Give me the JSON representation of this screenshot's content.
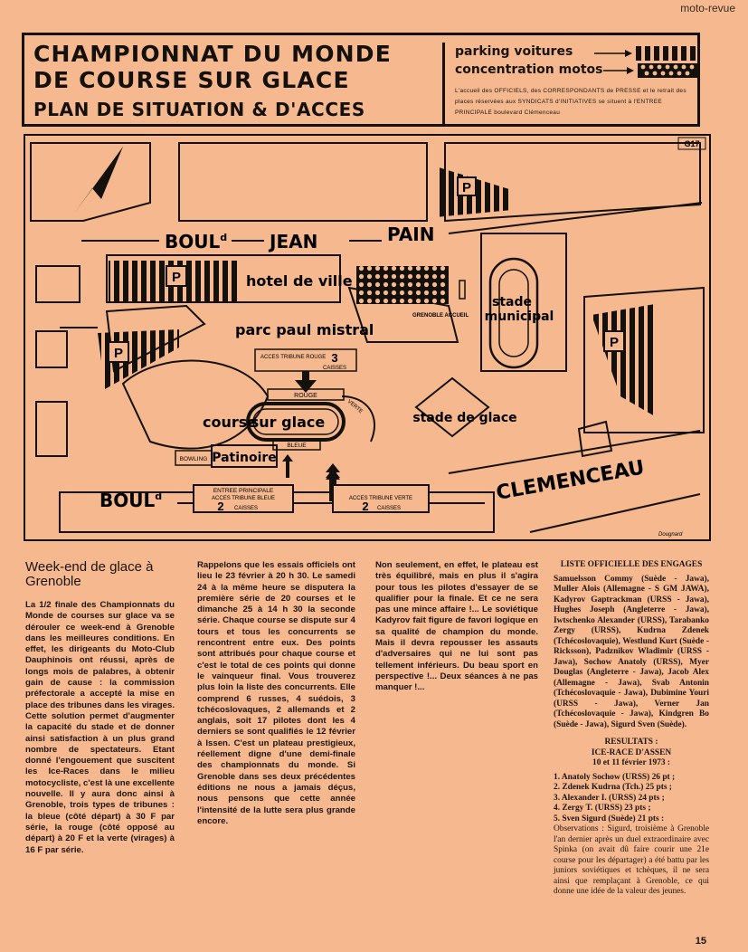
{
  "header": {
    "publication": "moto-revue"
  },
  "title_block": {
    "line1": "CHAMPIONNAT DU MONDE",
    "line2": "DE COURSE SUR GLACE",
    "line3": "PLAN DE SITUATION & D'ACCES",
    "legend": {
      "parking": "parking voitures",
      "motos": "concentration motos",
      "note": "L'accueil des OFFICIELS, des CORRESPONDANTS de PRESSE et le retrait des places réservées aux SYNDICATS d'INITIATIVES se situent à l'ENTREE PRINCIPALE boulevard Clémenceau"
    }
  },
  "map": {
    "grid_ref": "G17",
    "street_boul": "BOUL",
    "street_d": "d",
    "street_jean": "JEAN",
    "street_pain": "PAIN",
    "street_clemenceau": "CLEMENCEAU",
    "hotel_de_ville": "hotel de ville",
    "parc_paul_mistral": "parc paul mistral",
    "stade_municipal_1": "stade",
    "stade_municipal_2": "municipal",
    "grenoble_accueil": "GRENOBLE ACCUEIL",
    "acces_tribune_rouge": "ACCES TRIBUNE ROUGE",
    "caisses_count_top": "3",
    "caisses_label": "CAISSES",
    "rouge": "ROUGE",
    "course_sur_glace_1": "course",
    "course_sur_glace_2": "sur glace",
    "bleue": "BLEUE",
    "stade_de_glace": "stade de glace",
    "verte": "VERTE",
    "bowling": "BOWLING",
    "patinoire": "Patinoire",
    "entree_principale": "ENTREE PRINCIPALE",
    "acces_tribune_bleue": "ACCES TRIBUNE BLEUE",
    "caisses_count_bottom_left": "2",
    "acces_tribune_verte": "ACCES TRIBUNE VERTE",
    "caisses_count_bottom_right": "2",
    "parking_letter": "P",
    "signature": "Dougnard"
  },
  "article": {
    "heading": "Week-end de glace à Grenoble",
    "col1": "La 1/2 finale des Championnats du Monde de courses sur glace va se dérouler ce week-end à Grenoble dans les meilleures conditions. En effet, les dirigeants du Moto-Club Dauphinois ont réussi, après de longs mois de palabres, à obtenir gain de cause : la commission préfectorale a accepté la mise en place des tribunes dans les virages. Cette solution permet d'augmenter la capacité du stade et de donner ainsi satisfaction à un plus grand nombre de spectateurs. Etant donné l'engouement que suscitent les Ice-Races dans le milieu motocycliste, c'est là une excellente nouvelle. Il y aura donc ainsi à Grenoble, trois types de tribunes : la bleue (côté départ) à 30 F par série, la rouge (côté opposé au départ) à 20 F et la verte (virages) à 16 F par série.",
    "col2": "Rappelons que les essais officiels ont lieu le 23 février à 20 h 30. Le samedi 24 à la même heure se disputera la première série de 20 courses et le dimanche 25 à 14 h 30 la seconde série. Chaque course se dispute sur 4 tours et tous les concurrents se rencontrent entre eux. Des points sont attribués pour chaque course et c'est le total de ces points qui donne le vainqueur final. Vous trouverez plus loin la liste des concurrents. Elle comprend 6 russes, 4 suédois, 3 tchécoslovaques, 2 allemands et 2 anglais, soit 17 pilotes dont les 4 derniers se sont qualifiés le 12 février à Issen. C'est un plateau prestigieux, réellement digne d'une demi-finale des championnats du monde. Si Grenoble dans ses deux précédentes éditions ne nous a jamais déçus, nous pensons que cette année l'intensité de la lutte sera plus grande encore.",
    "col3": "Non seulement, en effet, le plateau est très équilibré, mais en plus il s'agira pour tous les pilotes d'essayer de se qualifier pour la finale. Et ce ne sera pas une mince affaire !... Le soviétique Kadyrov fait figure de favori logique en sa qualité de champion du monde. Mais il devra repousser les assauts d'adversaires qui ne lui sont pas tellement inférieurs. Du beau sport en perspective !... Deux séances à ne pas manquer !...",
    "engages_title": "LISTE OFFICIELLE DES ENGAGES",
    "engages": "Samuelsson Commy (Suède - Jawa), Muller Alois (Allemagne - S GM JAWA), Kadyrov Gaptrackman (URSS - Jawa), Hughes Joseph (Angleterre - Jawa), Iwtschenko Alexander (URSS), Tarabanko Zergy (URSS), Kudrna Zdenek (Tchécoslovaquie), Westlund Kurt (Suède - Ricksson), Padznikov Wladimir (URSS - Jawa), Sochow Anatoly (URSS), Myer Douglas (Angleterre - Jawa), Jacob Alex (Allemagne - Jawa), Svab Antonin (Tchécoslovaquie - Jawa), Dubimine Youri (URSS - Jawa), Verner Jan (Tchécoslovaquie - Jawa), Kindgren Bo (Suède - Jawa), Sigurd Sven (Suède).",
    "results_title_1": "RESULTATS :",
    "results_title_2": "ICE-RACE D'ASSEN",
    "results_date": "10 et 11 février 1973 :",
    "results": [
      "1. Anatoly Sochow (URSS) 26 pt ;",
      "2. Zdenek Kudrna (Tch.) 25 pts ;",
      "3. Alexander I. (URSS) 24 pts ;",
      "4. Zergy T. (URSS) 23 pts ;",
      "5. Sven Sigurd (Suède) 21 pts :"
    ],
    "observations": "Observations : Sigurd, troisième à Grenoble l'an dernier après un duel extraordinaire avec Spinka (on avait dû faire courir une 21e course pour les départager) a été battu par les juniors soviétiques et tchèques, il ne sera ainsi que remplaçant à Grenoble, ce qui donne une idée de la valeur des jeunes."
  },
  "footer": {
    "page_number": "15"
  }
}
